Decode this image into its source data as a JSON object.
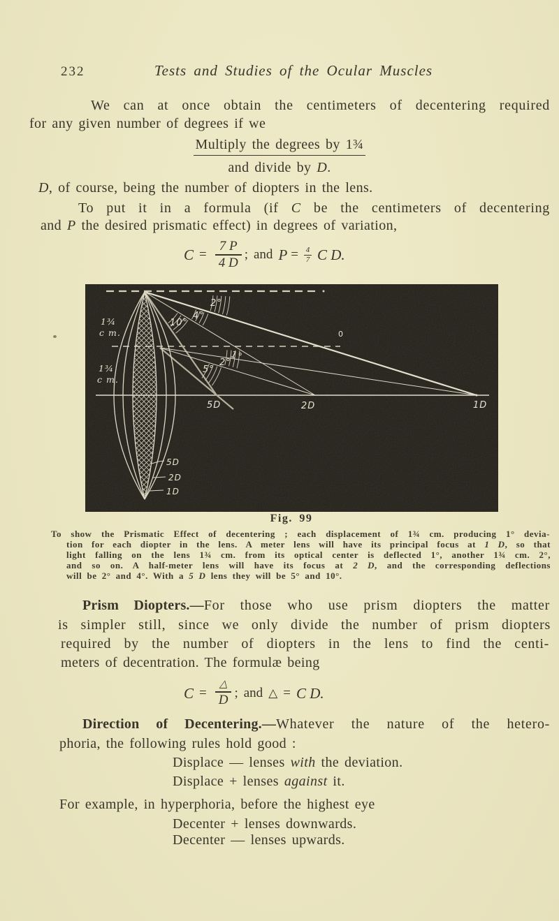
{
  "page": {
    "number": "232",
    "running_title": "Tests and Studies of the Ocular Muscles"
  },
  "colors": {
    "paper": "#ebe6c2",
    "ink": "#39352a",
    "figure_background": "#1a1812",
    "figure_stroke": "#ddd8c6"
  },
  "intro": {
    "line1": "We can at once obtain the centimeters of decentering required",
    "line2": "for any given number of degrees if we"
  },
  "rule_block": {
    "numerator": "Multiply the degrees by 1¾",
    "denominator_pre": "and divide by ",
    "denominator_var": "D",
    "denominator_post": "."
  },
  "after_rule": {
    "var": "D",
    "rest": ", of course, being the number of diopters in the lens."
  },
  "formula_intro": {
    "l1_pre": "To put it in a formula (if ",
    "l1_var": "C",
    "l1_post": " be the centimeters of decentering",
    "l2_pre": "and ",
    "l2_var": "P",
    "l2_post": " the desired prismatic effect) in degrees of variation,"
  },
  "formula1": {
    "lhs": "C",
    "eq": "=",
    "num": "7 P",
    "den": "4 D",
    "sep": ";",
    "and": "and",
    "rhs_var": "P",
    "eq2": "=",
    "small_num": "4",
    "small_den": "7",
    "rhs": "C D."
  },
  "figure": {
    "cm_label_upper": {
      "l1": "1¾",
      "l2": "c m."
    },
    "cm_label_lower": {
      "l1": "1¾",
      "l2": "c m."
    },
    "top_angles": [
      "2°",
      "4°",
      "10°"
    ],
    "mid_angles": [
      "1°",
      "2°",
      "5°"
    ],
    "axis_points": [
      "5D",
      "2D",
      "1D"
    ],
    "lens_labels": [
      "5D",
      "2D",
      "1D"
    ],
    "zero_mark": "0"
  },
  "fig_caption": {
    "label": "Fig. 99",
    "lines": [
      {
        "pre": "To show the Prismatic Effect of decentering ; each displacement of 1¾ cm. producing 1° devia-",
        "it": "",
        "post": ""
      },
      {
        "pre": "tion for each diopter in the lens.  A meter lens will have its principal focus at ",
        "it": "1 D",
        "post": ", so that"
      },
      {
        "pre": "light falling on the lens 1¾ cm. from its optical center is deflected 1°, another 1¾ cm. 2°,",
        "it": "",
        "post": ""
      },
      {
        "pre": "and so on.  A half-meter lens will have its focus at ",
        "it": "2 D",
        "post": ", and the corresponding deflections"
      },
      {
        "pre": "will be 2° and 4°.  With a ",
        "it": "5 D",
        "post": " lens they will be 5° and 10°."
      }
    ]
  },
  "prism": {
    "lead": "Prism Diopters.—",
    "l1": "For those who use prism diopters the matter",
    "l2": "is simpler still, since we only divide the number of prism diopters",
    "l3": "required by the number of diopters in the lens to find the centi-",
    "l4": "meters of decentration.  The formulæ being"
  },
  "formula2": {
    "lhs": "C",
    "eq": "=",
    "num": "△",
    "den": "D",
    "sep": ";",
    "and": "and",
    "tri": "△",
    "eq2": "=",
    "rhs": "C D."
  },
  "direction": {
    "lead": "Direction of Decentering.—",
    "l1": "Whatever the nature of the hetero-",
    "l2": "phoria, the following rules hold good :"
  },
  "rules": {
    "displace_minus": {
      "pre": "Displace — lenses ",
      "it": "with",
      "post": " the deviation."
    },
    "displace_plus": {
      "pre": "Displace + lenses ",
      "it": "against",
      "post": " it."
    },
    "example": "For example, in hyperphoria, before the highest eye",
    "decenter_plus": "Decenter + lenses downwards.",
    "decenter_minus": "Decenter — lenses upwards."
  }
}
